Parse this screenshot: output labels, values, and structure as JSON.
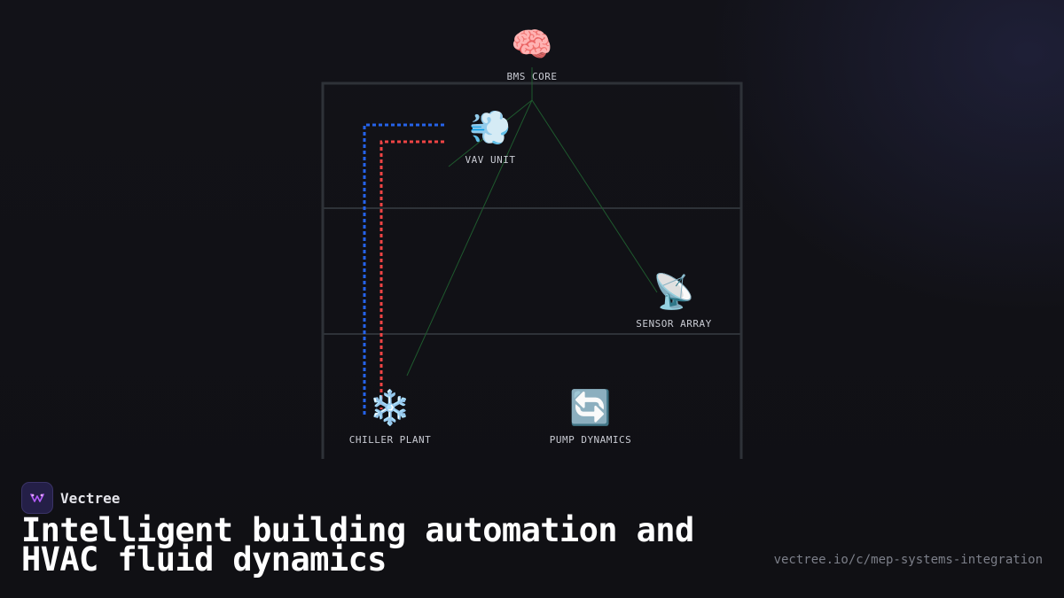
{
  "brand": {
    "name": "Vectree",
    "logo_icon": "vectree-logo-icon",
    "logo_colors": {
      "bg": "#241f47",
      "accent": "#b45cff"
    }
  },
  "headline": {
    "line1": "Intelligent building automation and",
    "line2": "HVAC fluid dynamics"
  },
  "url": "vectree.io/c/mep-systems-integration",
  "diagram": {
    "nodes": [
      {
        "id": "bms",
        "label": "BMS CORE",
        "icon": "brain-icon",
        "glyph": "🧠"
      },
      {
        "id": "vav",
        "label": "VAV UNIT",
        "icon": "wind-icon",
        "glyph": "💨"
      },
      {
        "id": "sensor",
        "label": "SENSOR ARRAY",
        "icon": "satellite-dish-icon",
        "glyph": "📡"
      },
      {
        "id": "chiller",
        "label": "CHILLER PLANT",
        "icon": "snowflake-icon",
        "glyph": "❄️"
      },
      {
        "id": "pump",
        "label": "PUMP DYNAMICS",
        "icon": "cycle-arrows-icon",
        "glyph": "🔄"
      }
    ],
    "colors": {
      "building_outline": "#2e3238",
      "floor_lines": "#2e3238",
      "control_links": "#1f5a2e",
      "supply_pipe": "#2563eb",
      "return_pipe": "#ef4444"
    }
  }
}
